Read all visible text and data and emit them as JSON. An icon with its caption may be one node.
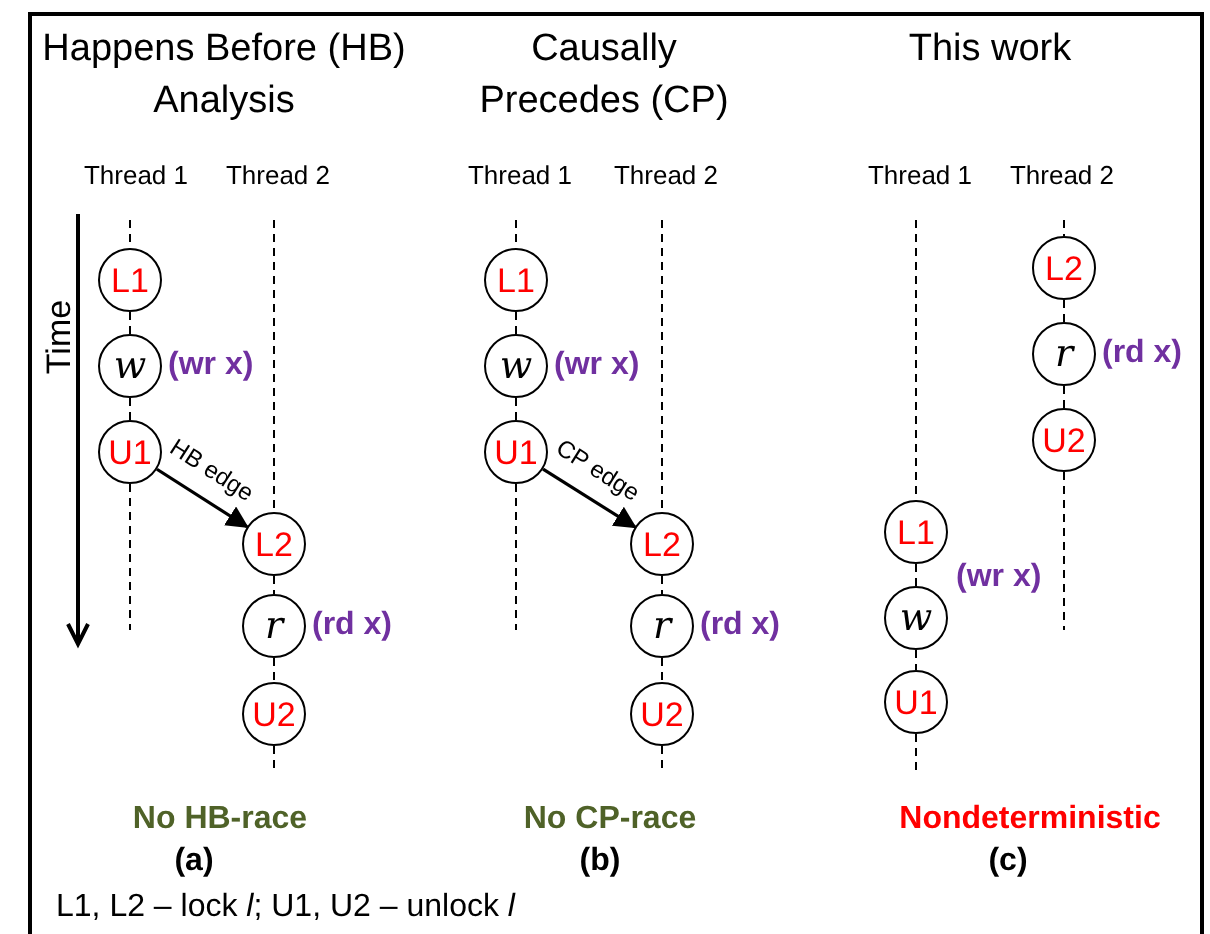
{
  "diagram": {
    "nodes": [
      {
        "text": [
          "L1"
        ]
      },
      {
        "text": [
          "w"
        ],
        "beside": [
          "(wr x)"
        ]
      },
      {
        "text": [
          "U1"
        ]
      },
      {
        "text": [
          "L2"
        ]
      },
      {
        "text": [
          "r"
        ],
        "beside": [
          "(rd x)"
        ]
      },
      {
        "text": [
          "U2"
        ]
      },
      {
        "text": [
          "L1"
        ]
      },
      {
        "text": [
          "w"
        ],
        "beside": [
          "(wr x)"
        ]
      },
      {
        "text": [
          "U1"
        ]
      },
      {
        "text": [
          "L2"
        ]
      },
      {
        "text": [
          "r"
        ],
        "beside": [
          "(rd x)"
        ]
      },
      {
        "text": [
          "U2"
        ]
      },
      {
        "text": [
          "L2"
        ]
      },
      {
        "text": [
          "r"
        ],
        "beside": [
          "(rd x)"
        ]
      },
      {
        "text": [
          "U2"
        ]
      },
      {
        "text": [
          "L1"
        ]
      },
      {
        "text": [
          "w"
        ],
        "beside": [
          "(wr x)"
        ]
      },
      {
        "text": [
          "U1"
        ]
      }
    ],
    "edges": [
      {
        "from": 0,
        "to": 1,
        "arrow": "none",
        "style": "dashed"
      },
      {
        "from": 1,
        "to": 2,
        "arrow": "none",
        "style": "dashed"
      },
      {
        "from": 3,
        "to": 4,
        "arrow": "none",
        "style": "dashed"
      },
      {
        "from": 4,
        "to": 5,
        "arrow": "none",
        "style": "dashed"
      },
      {
        "from": 2,
        "to": 3,
        "arrow": "to",
        "label": "HB edge"
      },
      {
        "from": 6,
        "to": 7,
        "arrow": "none",
        "style": "dashed"
      },
      {
        "from": 7,
        "to": 8,
        "arrow": "none",
        "style": "dashed"
      },
      {
        "from": 9,
        "to": 10,
        "arrow": "none",
        "style": "dashed"
      },
      {
        "from": 10,
        "to": 11,
        "arrow": "none",
        "style": "dashed"
      },
      {
        "from": 8,
        "to": 9,
        "arrow": "to",
        "label": "CP edge"
      },
      {
        "from": 12,
        "to": 13,
        "arrow": "none",
        "style": "dashed"
      },
      {
        "from": 13,
        "to": 14,
        "arrow": "none",
        "style": "dashed"
      },
      {
        "from": 15,
        "to": 16,
        "arrow": "none",
        "style": "dashed"
      },
      {
        "from": 16,
        "to": 17,
        "arrow": "none",
        "style": "dashed"
      }
    ],
    "labels": [
      "Happens Before (HB) Analysis",
      "Causally Precedes (CP)",
      "This work",
      "Thread 1",
      "Thread 2",
      "Thread 1",
      "Thread 2",
      "Thread 1",
      "Thread 2",
      "Time",
      "No HB-race",
      "(a)",
      "No CP-race",
      "(b)",
      "Nondeterministic",
      "(c)",
      "L1, L2 – lock *l*; U1, U2 – unlock *l*"
    ]
  }
}
